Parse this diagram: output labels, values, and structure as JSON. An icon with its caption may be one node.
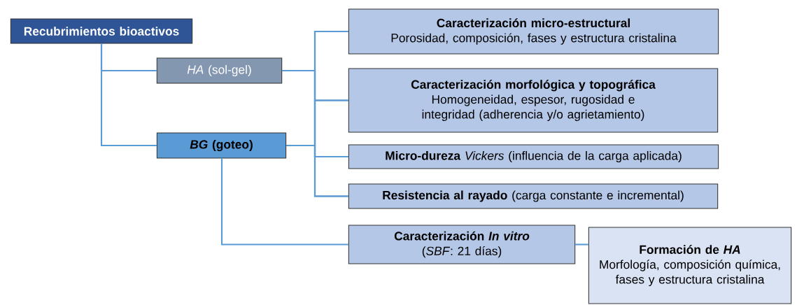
{
  "diagram": {
    "nodes": [
      {
        "text": [
          "Recubrimientos bioactivos"
        ]
      },
      {
        "text": [
          "*HA* (sol-gel)"
        ]
      },
      {
        "text": [
          "*BG* (goteo)"
        ]
      },
      {
        "text": [
          "Caracterización micro-estructural",
          "Porosidad, composición, fases y estructura cristalina"
        ]
      },
      {
        "text": [
          "Caracterización morfológica y topográfica",
          "Homogeneidad, espesor, rugosidad e integridad (adherencia y/o agrietamiento)"
        ]
      },
      {
        "text": [
          "**Micro-dureza** *Vickers* (influencia de la carga aplicada)"
        ]
      },
      {
        "text": [
          "**Resistencia al rayado** (carga constante e incremental)"
        ]
      },
      {
        "text": [
          "Caracterización *In vitro*",
          "(*SBF*: 21 días)"
        ]
      },
      {
        "text": [
          "Formación de *HA*",
          "Morfología, composición química, fases y estructura cristalina"
        ]
      }
    ],
    "edges": [
      {
        "from": 0,
        "to": 1,
        "arrow": "none"
      },
      {
        "from": 0,
        "to": 2,
        "arrow": "none"
      },
      {
        "from": 1,
        "to": 3,
        "arrow": "none"
      },
      {
        "from": 1,
        "to": 4,
        "arrow": "none"
      },
      {
        "from": 1,
        "to": 5,
        "arrow": "none"
      },
      {
        "from": 1,
        "to": 6,
        "arrow": "none"
      },
      {
        "from": 2,
        "to": 3,
        "arrow": "none"
      },
      {
        "from": 2,
        "to": 4,
        "arrow": "none"
      },
      {
        "from": 2,
        "to": 5,
        "arrow": "none"
      },
      {
        "from": 2,
        "to": 6,
        "arrow": "none"
      },
      {
        "from": 2,
        "to": 7,
        "arrow": "none"
      },
      {
        "from": 7,
        "to": 8,
        "arrow": "none"
      }
    ]
  }
}
